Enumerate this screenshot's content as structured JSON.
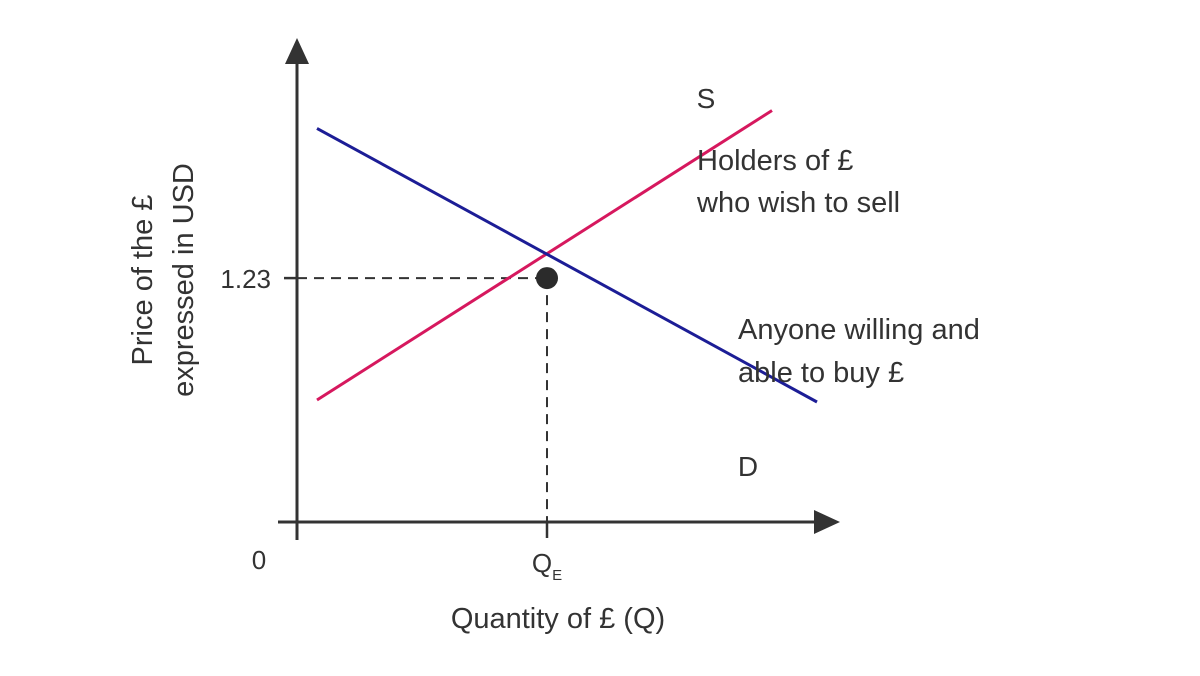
{
  "chart_data": {
    "type": "line",
    "title": "",
    "xlabel": "Quantity of £ (Q)",
    "ylabel_lines": [
      "Price of the £",
      "expressed in USD"
    ],
    "origin_label": "0",
    "equilibrium": {
      "price_label": "1.23",
      "quantity_label": "Q",
      "quantity_subscript": "E",
      "x": 0.5,
      "y": 1.23
    },
    "series": [
      {
        "name": "S",
        "color": "#d6185e",
        "x": [
          0.04,
          0.95
        ],
        "y": [
          0.615,
          2.075
        ]
      },
      {
        "name": "D",
        "color": "#1c1d96",
        "x": [
          0.04,
          1.04
        ],
        "y": [
          1.985,
          0.605
        ]
      }
    ],
    "annotations": [
      {
        "for": "S",
        "lines": [
          "Holders of £",
          "who wish to sell"
        ]
      },
      {
        "for": "D",
        "lines": [
          "Anyone willing and",
          "able to buy £"
        ]
      }
    ],
    "xlim": [
      0,
      1.28
    ],
    "ylim": [
      0,
      2.35
    ],
    "axis_color": "#333333",
    "grid": false
  }
}
